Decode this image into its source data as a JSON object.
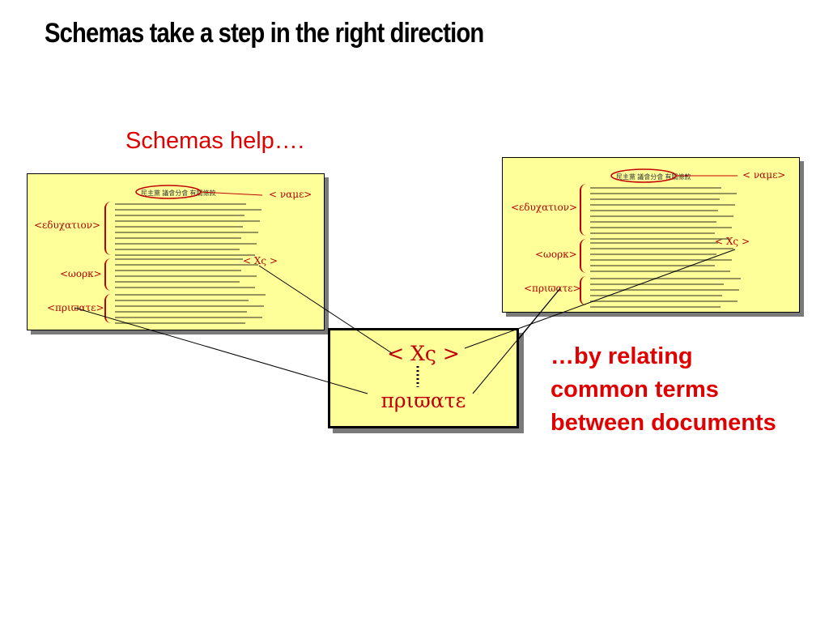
{
  "slide": {
    "title": "Schemas take a step in the right direction",
    "help_text": "Schemas help….",
    "relating_lines": [
      "…by relating",
      "common terms",
      "between documents"
    ]
  },
  "left_doc": {
    "header": "民主黨 議會分會 有關條款",
    "tags": {
      "name": "< ναμε>",
      "education": "<εδυχατιον>",
      "work": "<ωορκ>",
      "xs": "< Χς >",
      "private": "<πριϖατε>"
    }
  },
  "right_doc": {
    "header": "民主黨 議會分會 有關條款",
    "tags": {
      "name": "< ναμε>",
      "education": "<εδυχατιον>",
      "work": "<ωορκ>",
      "xs": "< Χς >",
      "private": "<πριϖατε>"
    }
  },
  "center_box": {
    "xs": "< Χς >",
    "private": "πριϖατε"
  },
  "colors": {
    "accent_red": "#e00000",
    "doc_fill": "#ffff99",
    "shadow": "#7a7a7a"
  }
}
